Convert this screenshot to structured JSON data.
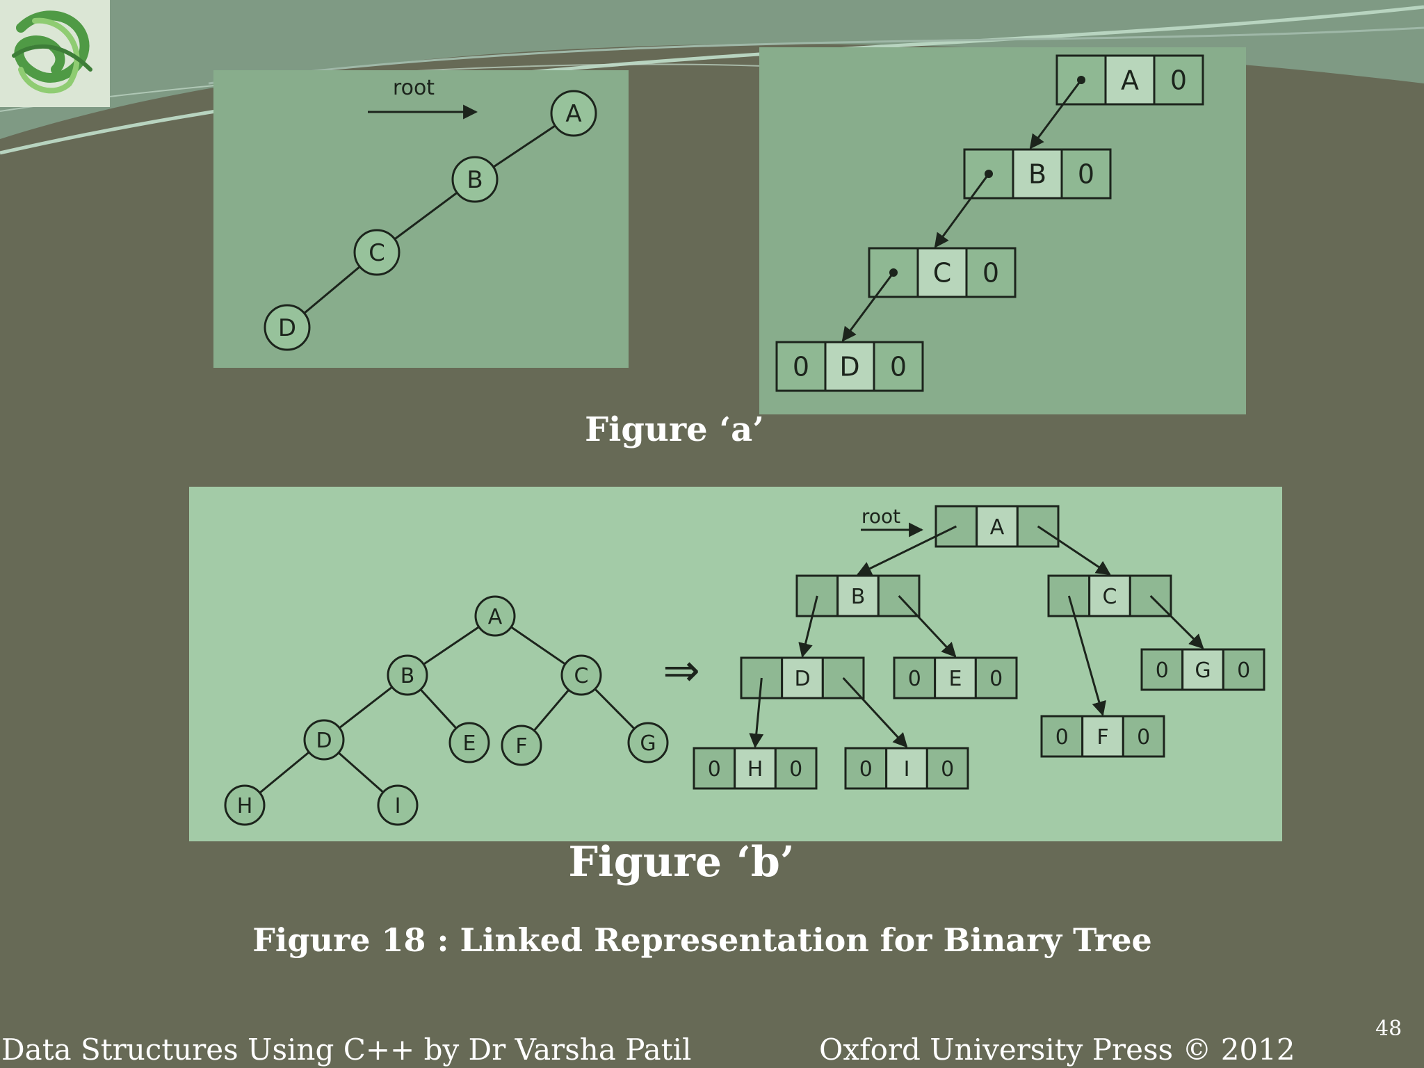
{
  "fig_a": {
    "caption": "Figure  ‘a’",
    "root_label": "root",
    "tree_nodes": [
      "A",
      "B",
      "C",
      "D"
    ],
    "linked_nodes": [
      {
        "left": "",
        "data": "A",
        "right": "0"
      },
      {
        "left": "",
        "data": "B",
        "right": "0"
      },
      {
        "left": "",
        "data": "C",
        "right": "0"
      },
      {
        "left": "0",
        "data": "D",
        "right": "0"
      }
    ]
  },
  "fig_b": {
    "caption": "Figure  ‘b’",
    "root_label": "root",
    "arrow_symbol": "⇒",
    "tree_nodes": [
      "A",
      "B",
      "C",
      "D",
      "E",
      "F",
      "G",
      "H",
      "I"
    ],
    "tree_edges": [
      [
        "A",
        "B"
      ],
      [
        "A",
        "C"
      ],
      [
        "B",
        "D"
      ],
      [
        "B",
        "E"
      ],
      [
        "C",
        "F"
      ],
      [
        "C",
        "G"
      ],
      [
        "D",
        "H"
      ],
      [
        "D",
        "I"
      ]
    ],
    "linked_nodes": [
      {
        "left": "",
        "data": "A",
        "right": ""
      },
      {
        "left": "",
        "data": "B",
        "right": ""
      },
      {
        "left": "",
        "data": "C",
        "right": ""
      },
      {
        "left": "",
        "data": "D",
        "right": ""
      },
      {
        "left": "0",
        "data": "E",
        "right": "0"
      },
      {
        "left": "0",
        "data": "F",
        "right": "0"
      },
      {
        "left": "0",
        "data": "G",
        "right": "0"
      },
      {
        "left": "0",
        "data": "H",
        "right": "0"
      },
      {
        "left": "0",
        "data": "I",
        "right": "0"
      }
    ]
  },
  "figure_title": "Figure  18 : Linked Representation for Binary Tree",
  "footer": {
    "left": "Data Structures Using C++ by Dr Varsha Patil",
    "right": "Oxford University Press  © 2012",
    "page_number": "48"
  },
  "colors": {
    "background": "#676a56",
    "panel_a": "#88ad8c",
    "panel_b": "#a3cba7",
    "node_fill": "#97c29b",
    "line": "#1c241c"
  }
}
